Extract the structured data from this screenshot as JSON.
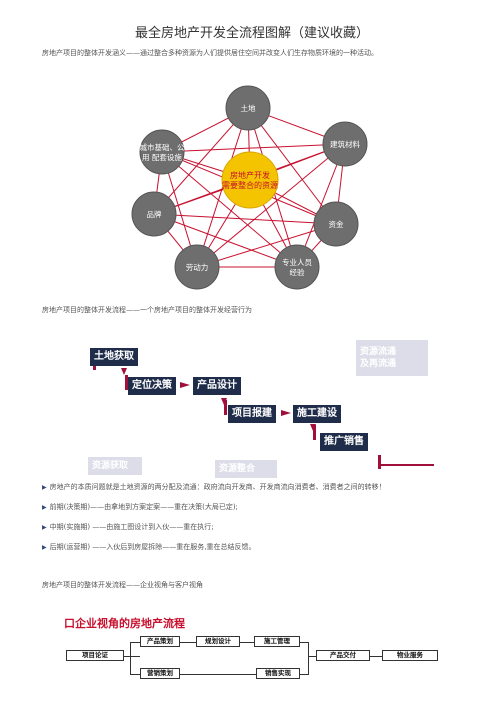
{
  "title": "最全房地产开发全流程图解（建议收藏）",
  "intro": "房地产项目的整体开发涵义——通过整合多种资源为人们提供居住空间并改变人们生存物质环境的一种活动。",
  "diagram1": {
    "center": [
      "房地产开发",
      "需要整合的资源"
    ],
    "nodes": [
      {
        "label": [
          "土地"
        ]
      },
      {
        "label": [
          "建筑材料"
        ]
      },
      {
        "label": [
          "资金"
        ]
      },
      {
        "label": [
          "专业人员",
          "经验"
        ]
      },
      {
        "label": [
          "劳动力"
        ]
      },
      {
        "label": [
          "品牌"
        ]
      },
      {
        "label": [
          "城市基础、公",
          "用 配套设施"
        ]
      }
    ]
  },
  "caption2": "房地产项目的整体开发流程——一个房地产项目的整体开发经营行为",
  "flow": {
    "steps": [
      "土地获取",
      "定位决策",
      "产品设计",
      "项目报建",
      "施工建设",
      "推广销售"
    ],
    "ghost_right": [
      "资源流通",
      "及再流通"
    ],
    "ghost_left": "资源获取",
    "ghost_mid": "资源整合"
  },
  "bullets": [
    "房地产的本质问题就是土地资源的两分配及流通：政府流向开发商、开发商流向消费者、消费者之间的转移！",
    "前期(决策期)——由拿地到方案定案——重在决策(大局已定);",
    "中期(实施期) ——由施工图设计到入伙——重在执行;",
    "后期(运营期) ——入伙后到房屋拆除——重在服务,重在总结反馈。"
  ],
  "caption3": "房地产项目的整体开发流程——企业视角与客户视角",
  "enterprise": {
    "title": "口企业视角的房地产流程",
    "boxes": [
      "项目论证",
      "产品策划",
      "规划设计",
      "施工管理",
      "营销策划",
      "销售实现",
      "产品交付",
      "物业服务"
    ]
  },
  "colors": {
    "node": "#6e6e6e",
    "center": "#f5c400",
    "line": "#c8102e",
    "flowbox": "#1f2d4a",
    "accent": "#a0103a"
  }
}
